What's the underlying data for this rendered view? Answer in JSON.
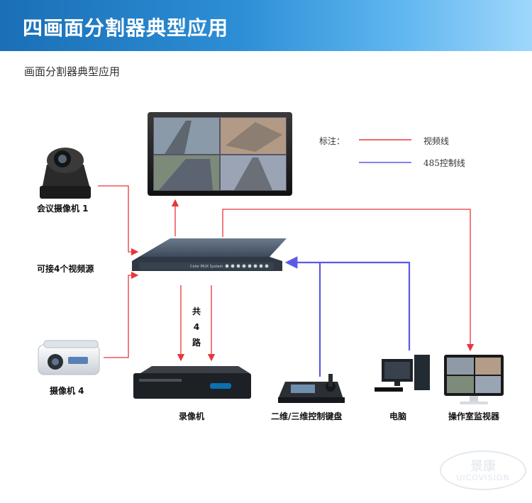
{
  "header": {
    "title": "四画面分割器典型应用"
  },
  "subtitle": "画面分割器典型应用",
  "legend": {
    "label": "标注：",
    "items": [
      {
        "text": "视频线",
        "color": "#e8363c"
      },
      {
        "text": "485控制线",
        "color": "#5a5ae6"
      }
    ]
  },
  "devices": {
    "camera1": "会议摄像机 1",
    "sources": "可接4个视频源",
    "camera4": "摄像机 4",
    "recorder": "录像机",
    "keyboard": "二维/三维控制键盘",
    "computer": "电脑",
    "monitor_room": "操作室监视器"
  },
  "split_device_text": "Color MUX System",
  "route_label": [
    "共",
    "4",
    "路"
  ],
  "colors": {
    "video": "#e8363c",
    "control": "#5a5ae6",
    "banner": "#2d8ed6"
  },
  "watermark": {
    "cn": "景康",
    "en": "UICOVISION"
  }
}
